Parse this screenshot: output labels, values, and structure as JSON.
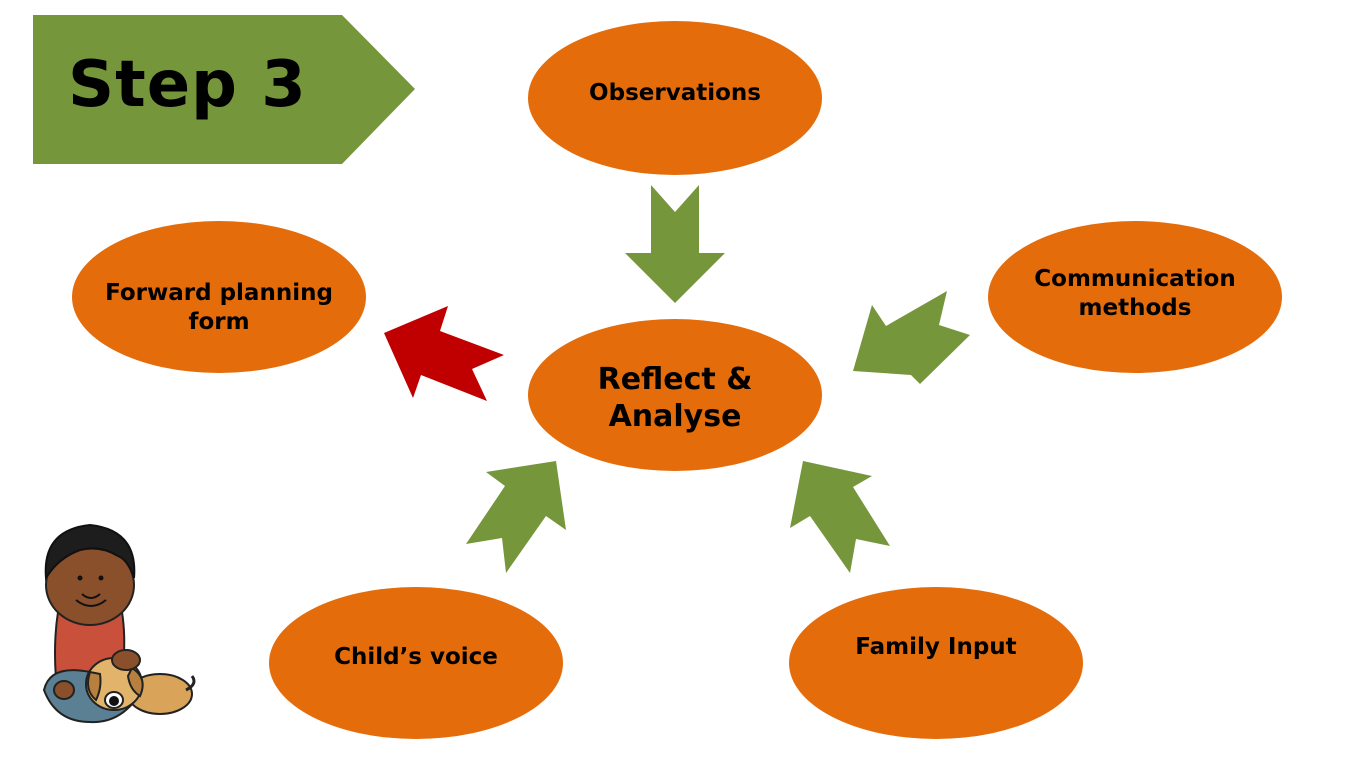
{
  "title": "Step 3",
  "colors": {
    "banner": "#76963c",
    "node": "#e46c0a",
    "arrow_in": "#76963c",
    "arrow_out": "#c00000",
    "text": "#000000"
  },
  "center_node": {
    "label_line1": "Reflect &",
    "label_line2": "Analyse"
  },
  "input_nodes": [
    {
      "id": "observations",
      "label_line1": "Observations",
      "label_line2": ""
    },
    {
      "id": "communication-methods",
      "label_line1": "Communication",
      "label_line2": "methods"
    },
    {
      "id": "childs-voice",
      "label_line1": "Child’s voice",
      "label_line2": ""
    },
    {
      "id": "family-input",
      "label_line1": "Family Input",
      "label_line2": ""
    }
  ],
  "output_node": {
    "id": "forward-planning-form",
    "label_line1": "Forward planning",
    "label_line2": "form"
  },
  "edges": [
    {
      "from": "observations",
      "to": "reflect-analyse",
      "type": "input"
    },
    {
      "from": "communication-methods",
      "to": "reflect-analyse",
      "type": "input"
    },
    {
      "from": "childs-voice",
      "to": "reflect-analyse",
      "type": "input"
    },
    {
      "from": "family-input",
      "to": "reflect-analyse",
      "type": "input"
    },
    {
      "from": "reflect-analyse",
      "to": "forward-planning-form",
      "type": "output"
    }
  ],
  "illustration": "child-with-puppy"
}
